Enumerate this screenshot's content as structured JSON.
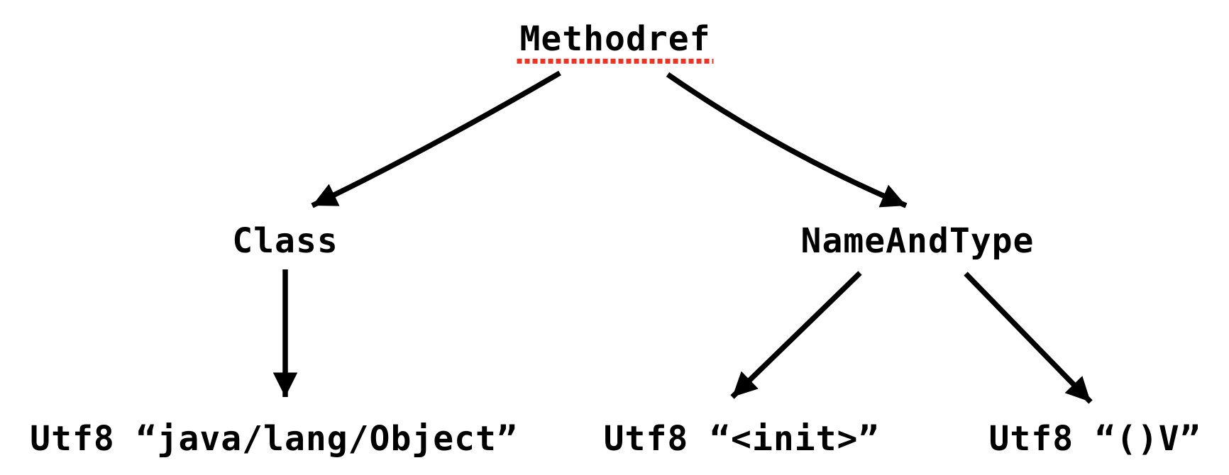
{
  "diagram": {
    "nodes": {
      "methodref": {
        "label": "Methodref",
        "underlined": true
      },
      "class": {
        "label": "Class"
      },
      "name_and_type": {
        "label": "NameAndType"
      },
      "utf8_object": {
        "label": "Utf8 “java/lang/Object”"
      },
      "utf8_init": {
        "label": "Utf8 “<init>”"
      },
      "utf8_v": {
        "label": "Utf8 “()V”"
      }
    },
    "edges": [
      {
        "from": "methodref",
        "to": "class"
      },
      {
        "from": "methodref",
        "to": "name_and_type"
      },
      {
        "from": "class",
        "to": "utf8_object"
      },
      {
        "from": "name_and_type",
        "to": "utf8_init"
      },
      {
        "from": "name_and_type",
        "to": "utf8_v"
      }
    ],
    "colors": {
      "background": "#ffffff",
      "text": "#000000",
      "arrow": "#000000",
      "underline": "#ee3322"
    }
  }
}
